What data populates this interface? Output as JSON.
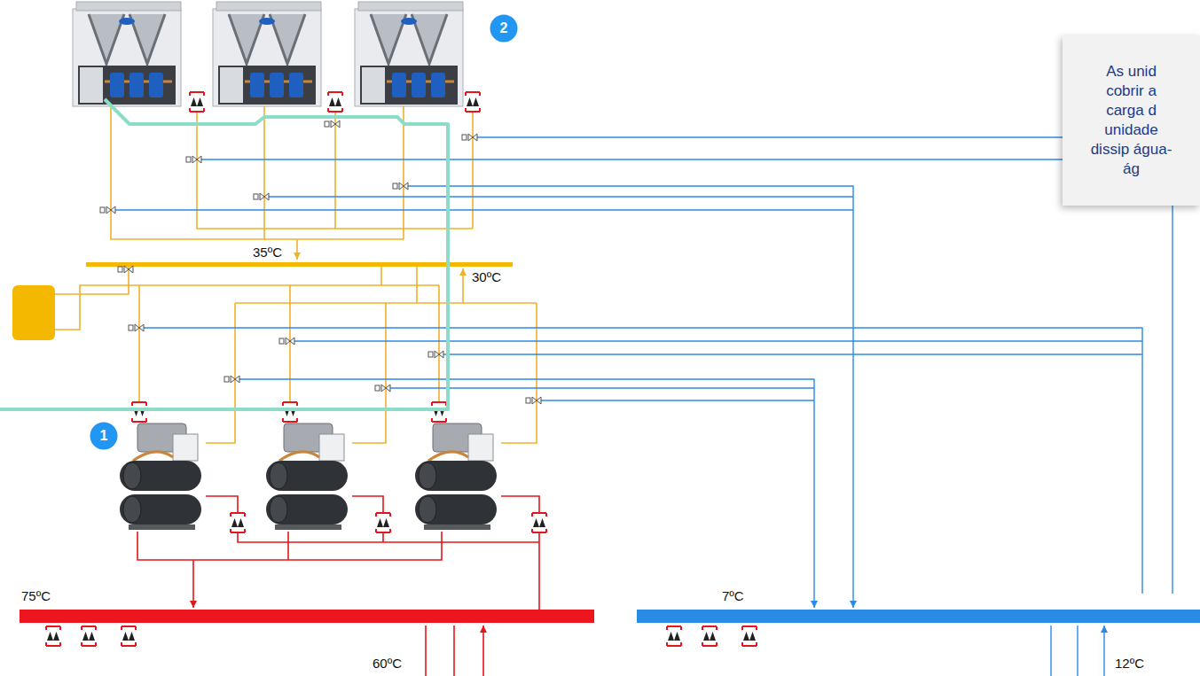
{
  "diagram": {
    "nodes": [
      {
        "text": [
          "2"
        ]
      },
      {
        "text": [
          "As unid cobrir a carga d unidade dissip água-ág"
        ]
      },
      {
        "text": [
          "1"
        ]
      }
    ],
    "labels": [
      "35ºC",
      "30ºC",
      "75ºC",
      "60ºC",
      "7ºC",
      "12ºC"
    ]
  }
}
